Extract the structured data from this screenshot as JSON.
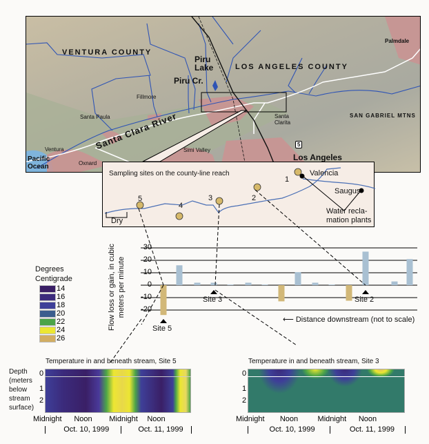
{
  "map": {
    "labels": {
      "ventura_county": "VENTURA COUNTY",
      "la_county": "LOS ANGELES COUNTY",
      "piru_lake": "Piru Lake",
      "piru_cr": "Piru Cr.",
      "fillmore": "Fillmore",
      "santa_paula": "Santa Paula",
      "santa_clara_river": "Santa Clara River",
      "ventura": "Ventura",
      "oxnard": "Oxnard",
      "pacific_ocean": "Pacific Ocean",
      "simi_valley": "Simi Valley",
      "santa_clarita": "Santa Clarita",
      "los_angeles": "Los Angeles",
      "san_gabriel": "SAN GABRIEL MTNS",
      "palmdale": "Palmdale",
      "interstate": "5"
    }
  },
  "inset": {
    "title": "Sampling sites on the county-line reach",
    "sites": [
      "1",
      "2",
      "3",
      "4",
      "5"
    ],
    "valencia": "Valencia",
    "saugus": "Saugus",
    "plants": "Water recla-\nmation plants",
    "dry": "Dry"
  },
  "legend": {
    "title": "Degrees Centigrade",
    "items": [
      {
        "label": "14",
        "color": "#3a1f66"
      },
      {
        "label": "16",
        "color": "#3b2b7c"
      },
      {
        "label": "18",
        "color": "#3e3f98"
      },
      {
        "label": "20",
        "color": "#3b5d8e"
      },
      {
        "label": "22",
        "color": "#4ca448"
      },
      {
        "label": "24",
        "color": "#ece632"
      },
      {
        "label": "26",
        "color": "#d2ad62"
      }
    ]
  },
  "chart_data": [
    {
      "type": "bar",
      "ylabel": "Flow loss or gain, in cubic meters per minute",
      "xlabel": "Distance downstream (not to scale)",
      "ylim": [
        -25,
        32
      ],
      "yticks": [
        "30",
        "20",
        "10",
        "0",
        "-10",
        "-20"
      ],
      "ytick_values": [
        30,
        20,
        10,
        0,
        -10,
        -20
      ],
      "values": [
        -24,
        16,
        2,
        2,
        0.5,
        2,
        0.5,
        -13,
        10.5,
        2,
        0.5,
        -12.5,
        27,
        3,
        21
      ],
      "site_markers": [
        {
          "label": "Site 5",
          "bar": 0
        },
        {
          "label": "Site 3",
          "bar": 3
        },
        {
          "label": "Site 2",
          "bar": 12
        }
      ],
      "colors": {
        "gain": "#a9c0d2",
        "loss": "#d2b878"
      }
    },
    {
      "type": "heatmap",
      "title": "Temperature in and beneath stream, Site 5",
      "ylabel": "Depth (meters below stream surface)",
      "yticks": [
        "0",
        "1",
        "2"
      ],
      "xticks": [
        "Midnight",
        "Noon",
        "Midnight",
        "Noon"
      ],
      "dates": [
        "Oct. 10, 1999",
        "Oct. 11, 1999"
      ]
    },
    {
      "type": "heatmap",
      "title": "Temperature in and beneath stream, Site 3",
      "yticks": [
        "0",
        "1",
        "2"
      ],
      "xticks": [
        "Midnight",
        "Noon",
        "Midnight",
        "Noon"
      ],
      "dates": [
        "Oct. 10, 1999",
        "Oct. 11, 1999"
      ]
    }
  ]
}
